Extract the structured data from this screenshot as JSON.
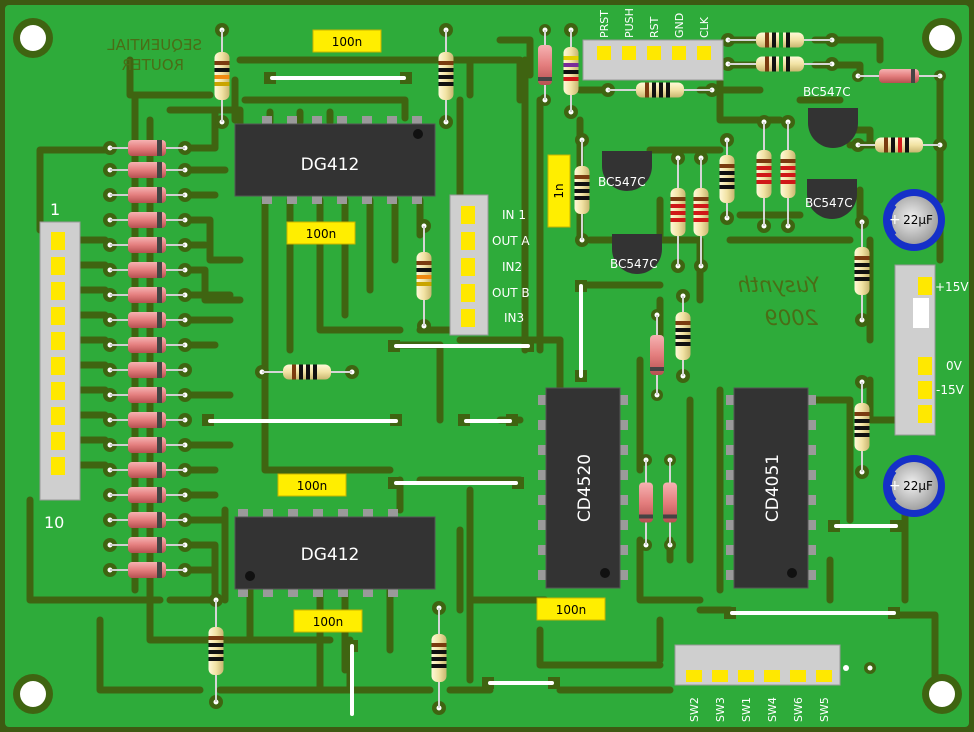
{
  "board": {
    "title_line1": "SEQUENTIAL",
    "title_line2": "ROUTER",
    "brand": "Yusynth",
    "year": "2009",
    "colors": {
      "pcb": "#2eab3a",
      "edge": "#3d5a12",
      "trace": "#3f6411",
      "ic": "#333333",
      "cap_label_bg": "#ffee00",
      "elcap": "#1530c8",
      "header": "#c8c8c8",
      "pin": "#ffe800",
      "jumper": "#ffffff"
    }
  },
  "ics": {
    "u1": "DG412",
    "u2": "DG412",
    "u3": "CD4520",
    "u4": "CD4051"
  },
  "caps": {
    "c1": "100n",
    "c2": "100n",
    "c3": "100n",
    "c4": "100n",
    "c5": "100n",
    "c6": "1n",
    "e1": "22µF",
    "e2": "22µF"
  },
  "transistors": {
    "q1": "BC547C",
    "q2": "BC547C",
    "q3": "BC547C",
    "q4": "BC547C"
  },
  "top_header": [
    "PRST",
    "PUSH",
    "RST",
    "GND",
    "CLK"
  ],
  "io_header": [
    "IN 1",
    "OUT A",
    "IN2",
    "OUT B",
    "IN3"
  ],
  "power_header": {
    "p15": "+15V",
    "p0": "0V",
    "m15": "-15V"
  },
  "switch_header": [
    "SW2",
    "SW3",
    "SW1",
    "SW4",
    "SW6",
    "SW5"
  ],
  "left_header": {
    "first": "1",
    "last": "10"
  }
}
